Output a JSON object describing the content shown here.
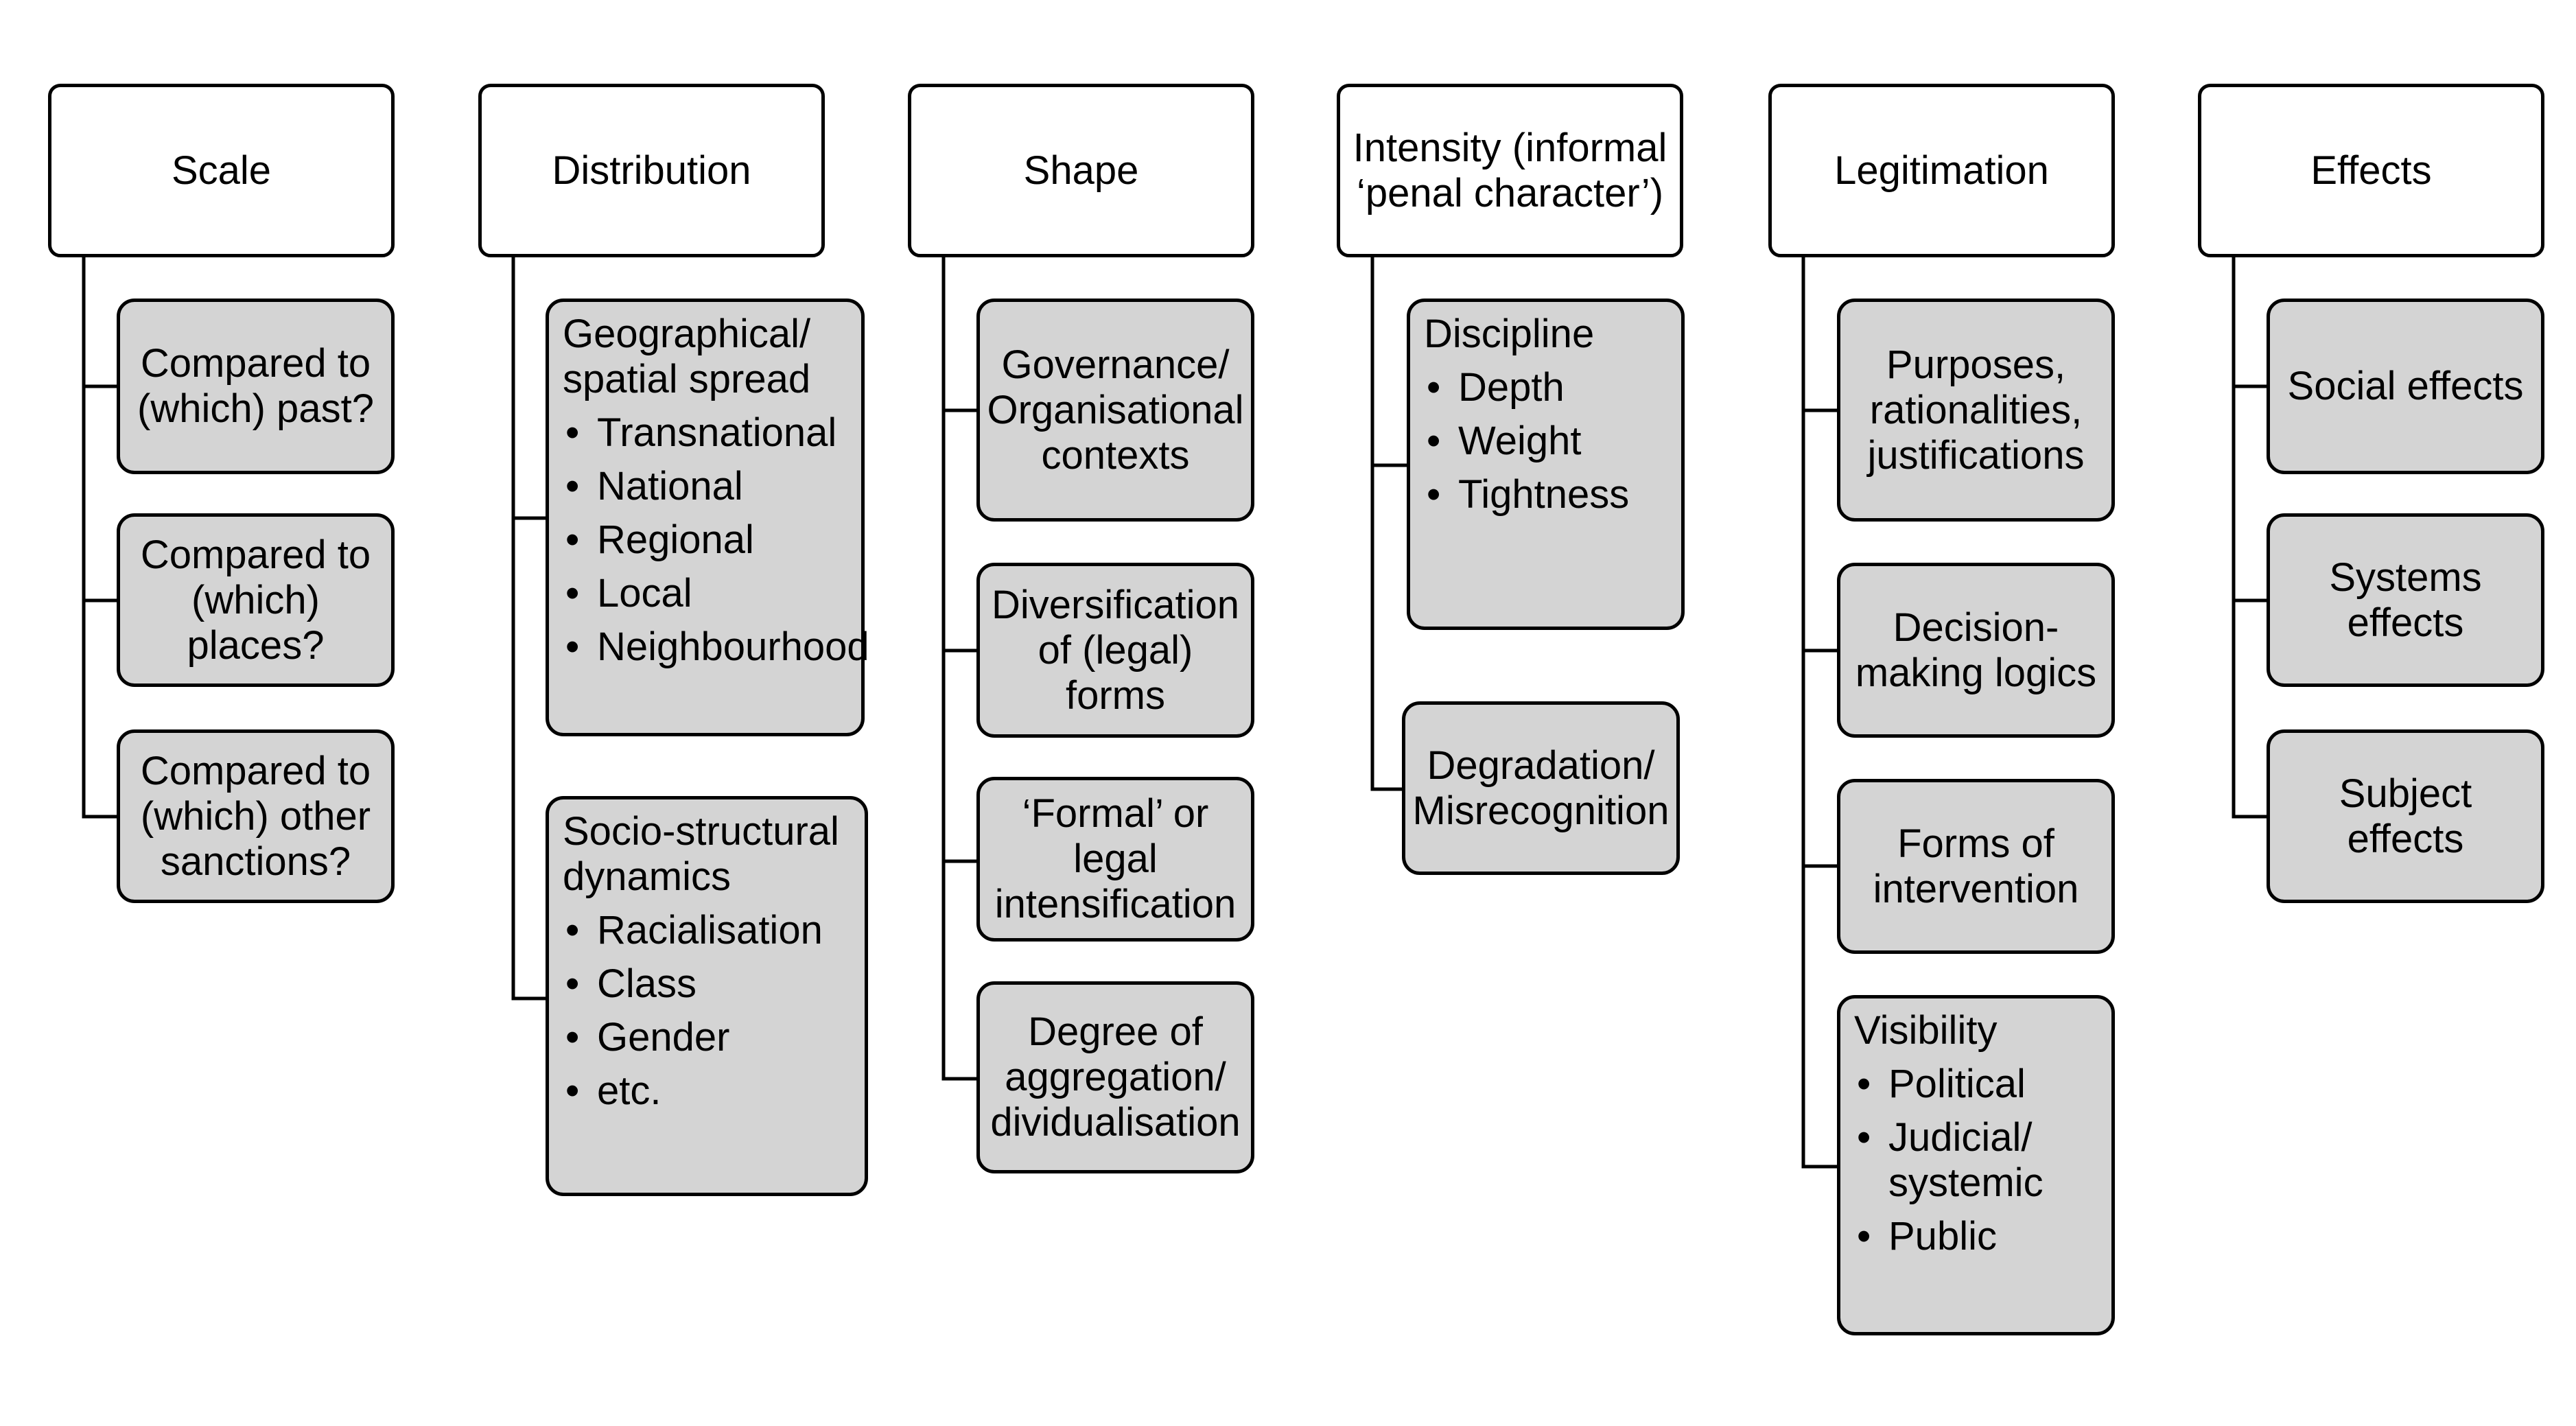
{
  "columns": [
    {
      "header": "Scale",
      "children": [
        {
          "text": "Compared to (which) past?"
        },
        {
          "text": "Compared to (which) places?"
        },
        {
          "text": "Compared to (which) other sanctions?"
        }
      ]
    },
    {
      "header": "Distribution",
      "children": [
        {
          "title": "Geographical/ spatial spread",
          "items": [
            "Transnational",
            "National",
            "Regional",
            "Local",
            "Neighbourhood"
          ]
        },
        {
          "title": "Socio-structural dynamics",
          "items": [
            "Racialisation",
            "Class",
            "Gender",
            "etc."
          ]
        }
      ]
    },
    {
      "header": "Shape",
      "children": [
        {
          "text": "Governance/ Organisational contexts"
        },
        {
          "text": "Diversification of (legal) forms"
        },
        {
          "text": "‘Formal’ or legal intensification"
        },
        {
          "text": "Degree of aggregation/ dividualisation"
        }
      ]
    },
    {
      "header": "Intensity (informal ‘penal character’)",
      "children": [
        {
          "title": "Discipline",
          "items": [
            "Depth",
            "Weight",
            "Tightness"
          ]
        },
        {
          "text": "Degradation/Misrecognition"
        }
      ]
    },
    {
      "header": "Legitimation",
      "children": [
        {
          "text": "Purposes, rationalities, justifications"
        },
        {
          "text": "Decision-making logics"
        },
        {
          "text": "Forms of intervention"
        },
        {
          "title": "Visibility",
          "items": [
            "Political",
            "Judicial/ systemic",
            "Public"
          ]
        }
      ]
    },
    {
      "header": "Effects",
      "children": [
        {
          "text": "Social effects"
        },
        {
          "text": "Systems effects"
        },
        {
          "text": "Subject effects"
        }
      ]
    }
  ]
}
